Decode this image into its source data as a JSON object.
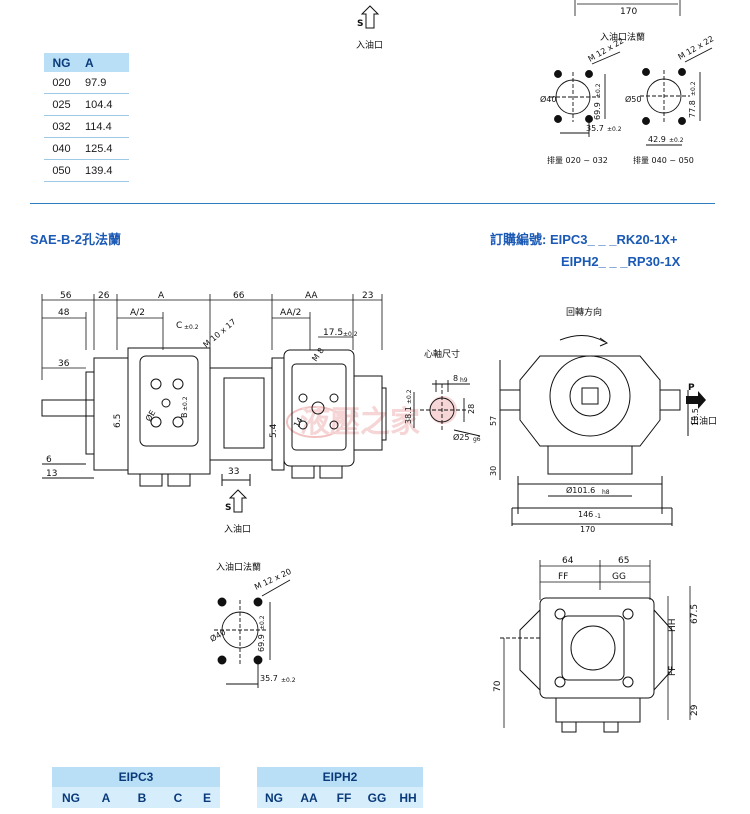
{
  "top": {
    "suction_port_label": "入油口",
    "s_mark": "S",
    "dim_170": "170",
    "flange_title": "入油口法蘭",
    "flange_left": {
      "bolt": "M 12 x 22",
      "dia": "Ø40",
      "v": "69.9",
      "v_tol": "±0.2",
      "h": "35.7",
      "h_tol": "±0.2",
      "caption": "排量 020 ~ 032"
    },
    "flange_right": {
      "bolt": "M 12 x 22",
      "dia": "Ø50",
      "v": "77.8",
      "v_tol": "±0.2",
      "h": "42.9",
      "h_tol": "±0.2",
      "caption": "排量 040 ~ 050"
    }
  },
  "ng_table": {
    "headers": [
      "NG",
      "A"
    ],
    "rows": [
      [
        "020",
        "97.9"
      ],
      [
        "025",
        "104.4"
      ],
      [
        "032",
        "114.4"
      ],
      [
        "040",
        "125.4"
      ],
      [
        "050",
        "139.4"
      ]
    ]
  },
  "section": {
    "title": "SAE-B-2孔法蘭",
    "order_prefix": "訂購編號: ",
    "order_line1": "EIPC3_ _ _RK20-1X+",
    "order_line2": "EIPH2_ _ _RP30-1X"
  },
  "side_view": {
    "dims_top": [
      "56",
      "26",
      "A",
      "66",
      "AA",
      "23"
    ],
    "dims_row2": [
      "48",
      "A/2",
      "AA/2"
    ],
    "c_label": "C",
    "c_tol": "±0.2",
    "m10": "M 10 x 17",
    "m8": "M 8",
    "d175": "17.5",
    "d175_tol": "±0.2",
    "d36": "36",
    "d65": "6.5",
    "d54": "5.4",
    "d14": "14",
    "b_label": "B",
    "b_tol": "±0.2",
    "e_label": "ØE",
    "d6": "6",
    "d13": "13",
    "d33": "33",
    "s_mark": "S",
    "suction_label": "入油口"
  },
  "key": {
    "title": "心軸尺寸",
    "d8": "8",
    "d8_tol": "h9",
    "d381": "38.1",
    "d381_tol": "±0.2",
    "d28": "28",
    "d25": "Ø25",
    "d25_tol": "g6"
  },
  "front_view": {
    "rotation_label": "回轉方向",
    "p_label": "P",
    "outlet_label": "出油口",
    "d135": "13.5",
    "d57": "57",
    "d30": "30",
    "d1016": "Ø101.6",
    "d1016_tol": "h8",
    "d146": "146",
    "d146_tol": "-1",
    "d170": "170"
  },
  "flange_bottom": {
    "title": "入油口法蘭",
    "bolt": "M 12 x 20",
    "dia": "Ø40",
    "v": "69.9",
    "v_tol": "±0.2",
    "h": "35.7",
    "h_tol": "±0.2"
  },
  "bottom_view": {
    "d64": "64",
    "d65": "65",
    "ff": "FF",
    "gg": "GG",
    "hh": "HH",
    "d675": "67.5",
    "d70": "70",
    "d29": "29"
  },
  "watermark": "液壓之家",
  "eipc3_table": {
    "title": "EIPC3",
    "cols": [
      "NG",
      "A",
      "B",
      "C",
      "E"
    ]
  },
  "eiph2_table": {
    "title": "EIPH2",
    "cols": [
      "NG",
      "AA",
      "FF",
      "GG",
      "HH"
    ]
  }
}
